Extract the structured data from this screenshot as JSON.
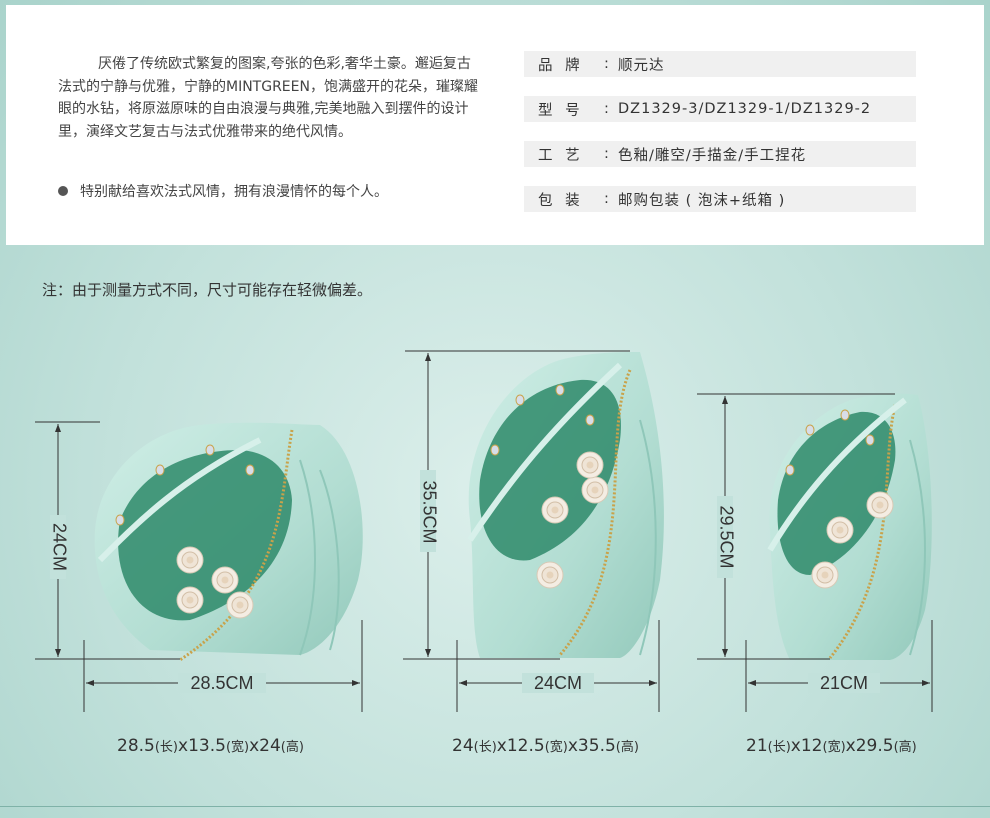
{
  "description": {
    "paragraph": "厌倦了传统欧式繁复的图案,夸张的色彩,奢华土豪。邂逅复古法式的宁静与优雅，宁静的MINTGREEN，饱满盛开的花朵，璀璨耀眼的水钻，将原滋原味的自由浪漫与典雅,完美地融入到摆件的设计里，演绎文艺复古与法式优雅带来的绝代风情。",
    "dedication": "特别献给喜欢法式风情，拥有浪漫情怀的每个人。"
  },
  "specs": [
    {
      "label": "品 牌",
      "sep": ":",
      "value": "顺元达"
    },
    {
      "label": "型 号",
      "sep": ":",
      "value": "DZ1329-3/DZ1329-1/DZ1329-2"
    },
    {
      "label": "工 艺",
      "sep": ":",
      "value": "色釉/雕空/手描金/手工捏花"
    },
    {
      "label": "包 装",
      "sep": ":",
      "value": "邮购包装 ( 泡沫+纸箱 )"
    }
  ],
  "note": "注：由于测量方式不同，尺寸可能存在轻微偏差。",
  "products": [
    {
      "height_label": "24CM",
      "width_label": "28.5CM",
      "caption": {
        "l": "28.5",
        "lu": "(长)",
        "w": "x13.5",
        "wu": "(宽)",
        "h": "x24",
        "hu": "(高)"
      }
    },
    {
      "height_label": "35.5CM",
      "width_label": "24CM",
      "caption": {
        "l": "24",
        "lu": "(长)",
        "w": "x12.5",
        "wu": "(宽)",
        "h": "x35.5",
        "hu": "(高)"
      }
    },
    {
      "height_label": "29.5CM",
      "width_label": "21CM",
      "caption": {
        "l": "21",
        "lu": "(长)",
        "w": "x12",
        "wu": "(宽)",
        "h": "x29.5",
        "hu": "(高)"
      }
    }
  ],
  "colors": {
    "vase": "#b7e0d6",
    "vase_shadow": "#8fc7b9",
    "vase_inner": "#2e8a6a",
    "gold": "#c9a24a",
    "flower": "#f3ece2",
    "background": "#c2e1db"
  }
}
